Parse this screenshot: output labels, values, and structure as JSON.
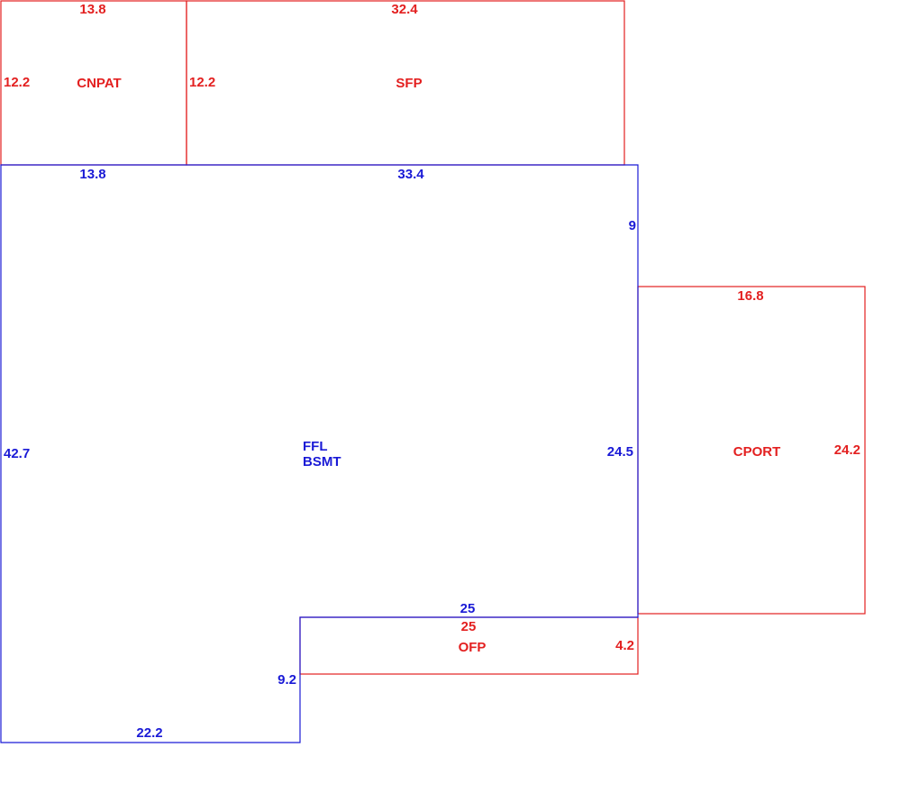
{
  "colors": {
    "addition": "#e32020",
    "main": "#1a1ad6"
  },
  "areas": {
    "cnpat": {
      "label": "CNPAT",
      "top": "13.8",
      "left": "12.2"
    },
    "sfp": {
      "label": "SFP",
      "top": "32.4",
      "left": "12.2"
    },
    "main": {
      "label_line1": "FFL",
      "label_line2": "BSMT",
      "top_left": "13.8",
      "top_right": "33.4",
      "right_upper": "9",
      "right_lower": "24.5",
      "left": "42.7",
      "bottom_right": "25",
      "step": "9.2",
      "bottom_left": "22.2"
    },
    "cport": {
      "label": "CPORT",
      "top": "16.8",
      "right": "24.2"
    },
    "ofp": {
      "label": "OFP",
      "top": "25",
      "right": "4.2"
    }
  }
}
